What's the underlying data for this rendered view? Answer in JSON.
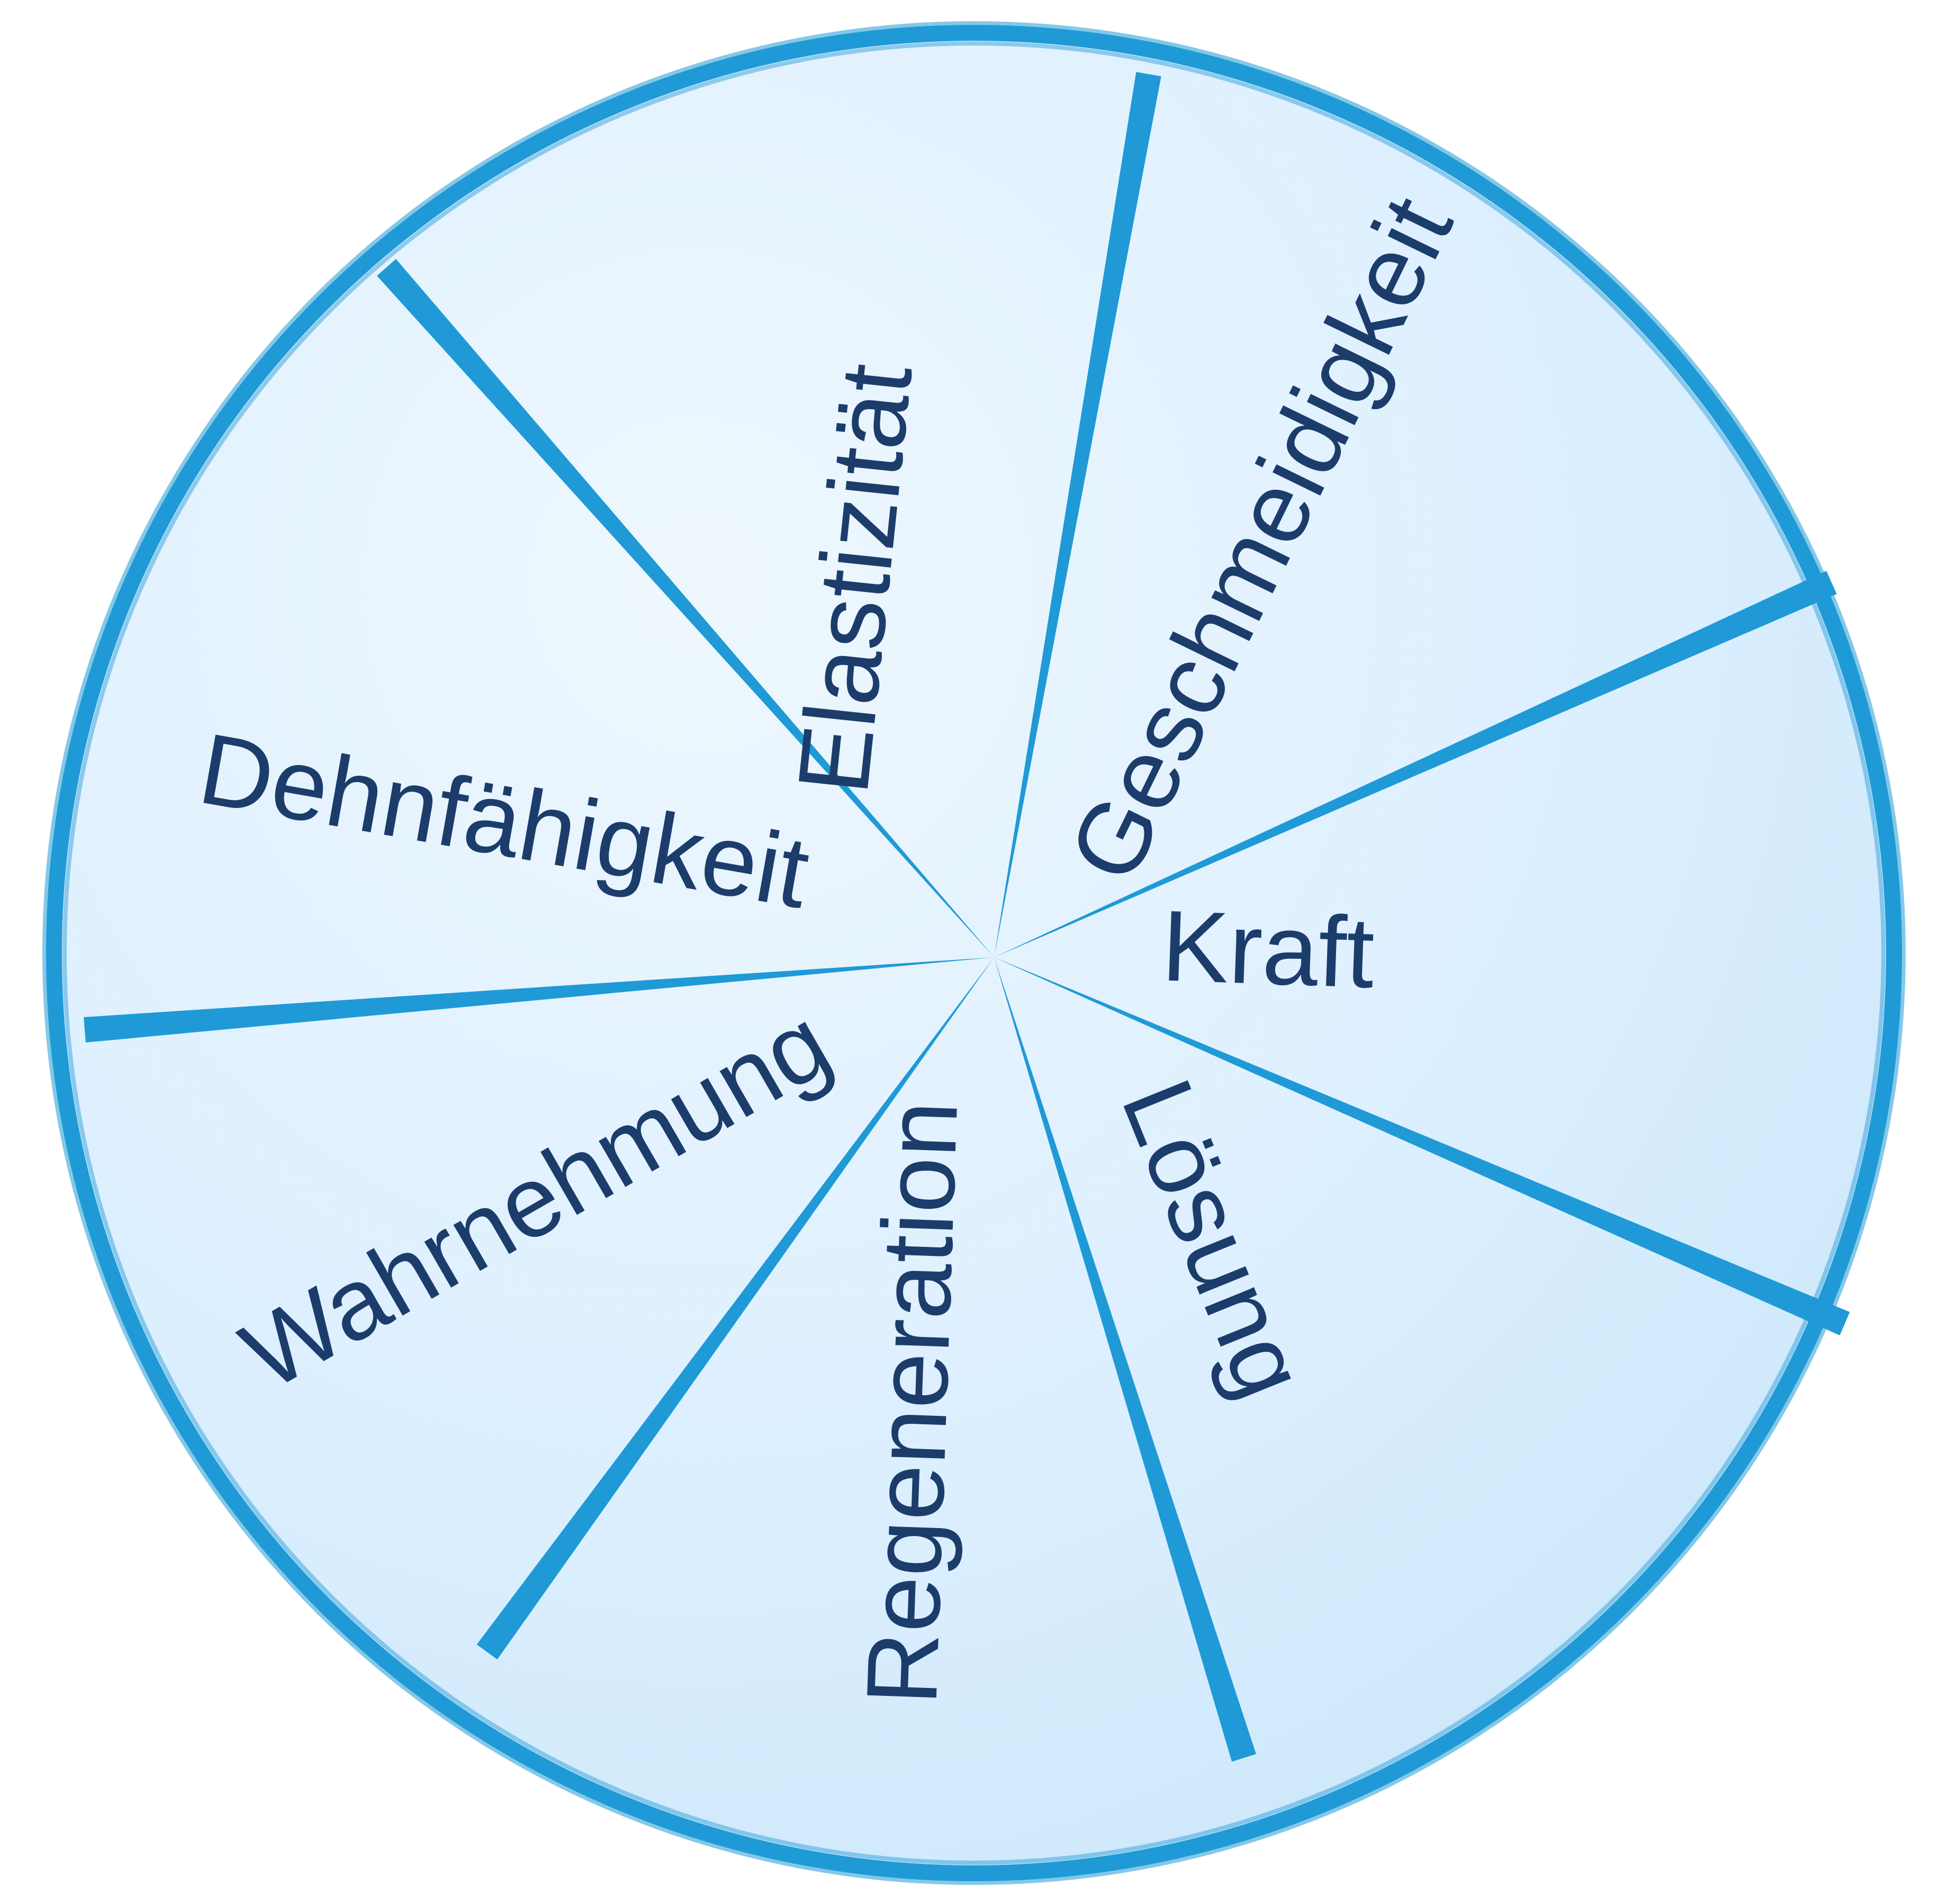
{
  "colors": {
    "rim": "#1f9ad6",
    "divider": "#1f9ad6",
    "label": "#1c3d6b",
    "fill_light": "#eef7fd",
    "fill_mid": "#dcefff",
    "fill_dark": "#c6e5f8"
  },
  "segments": [
    {
      "label": "Elastizität"
    },
    {
      "label": "Geschmeidigkeit"
    },
    {
      "label": "Kraft"
    },
    {
      "label": "Lösung"
    },
    {
      "label": "Regeneration"
    },
    {
      "label": "Wahrnehmung"
    },
    {
      "label": "Dehnfähigkeit"
    }
  ]
}
